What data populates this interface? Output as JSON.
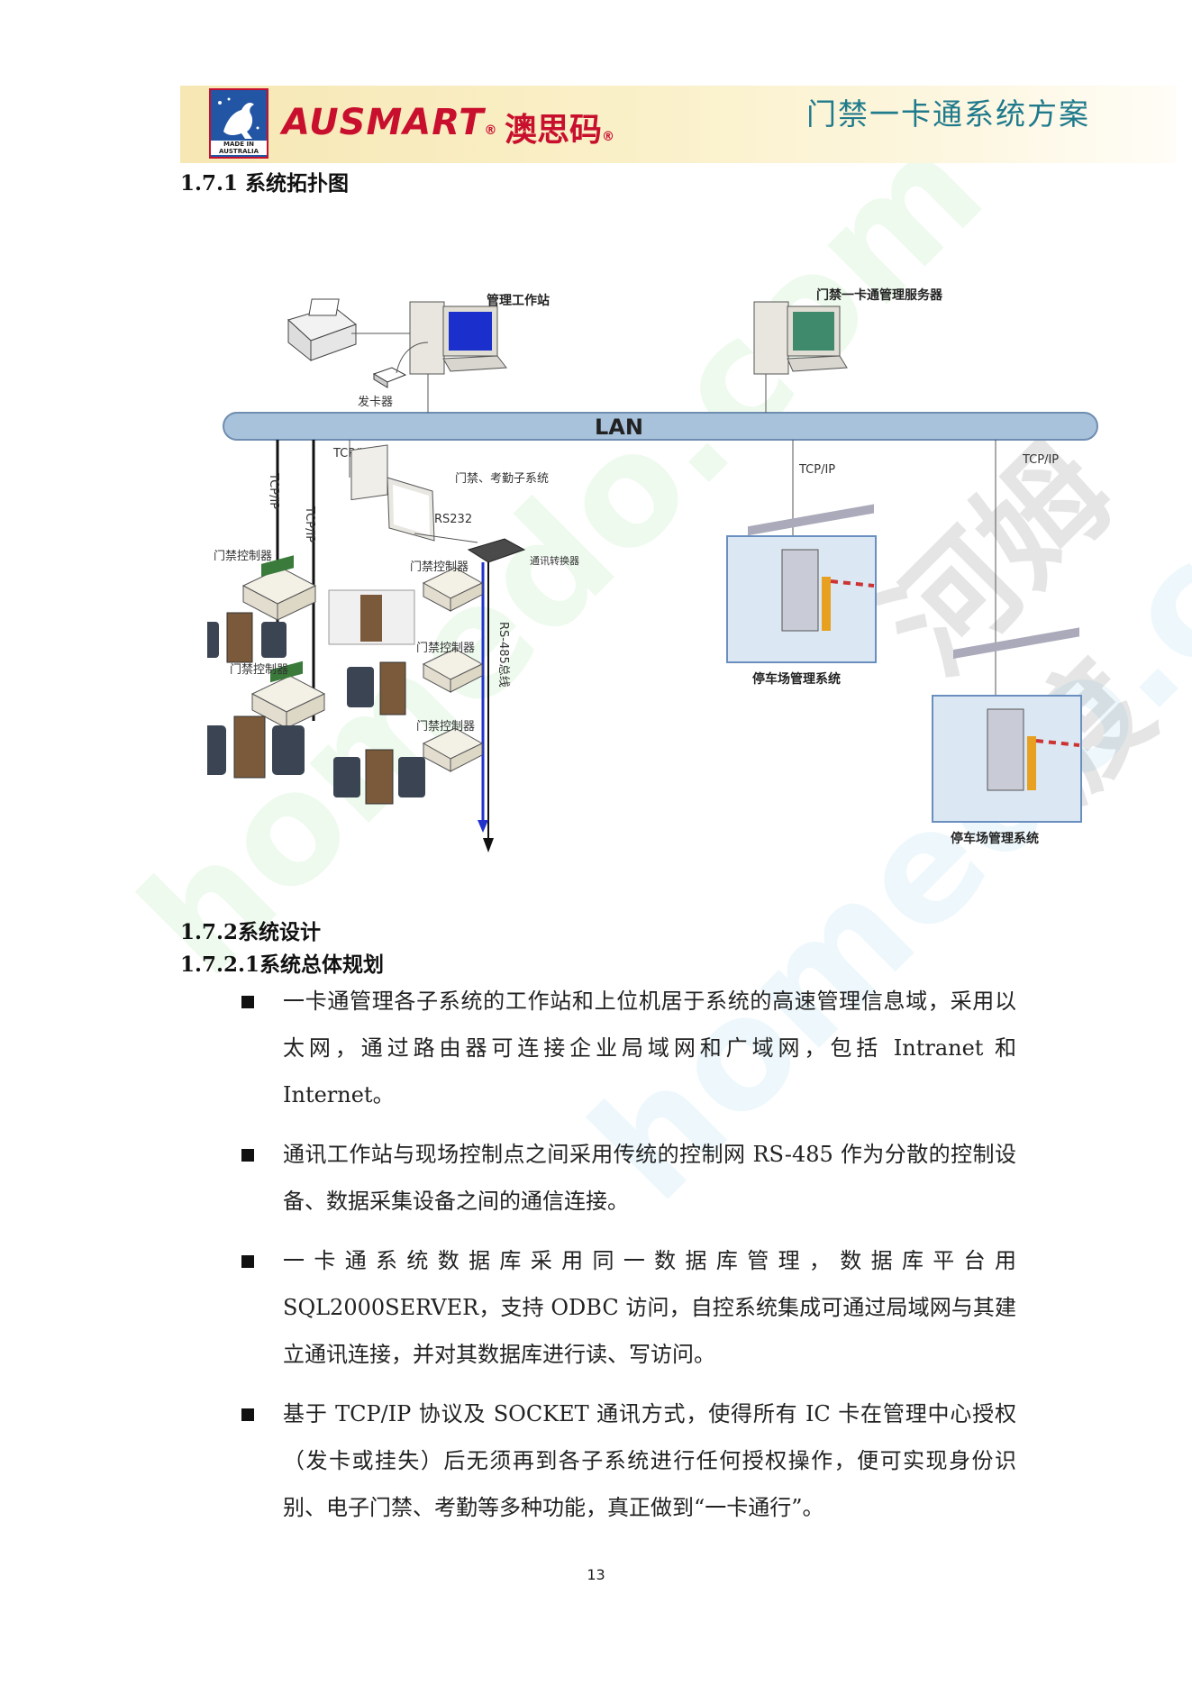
{
  "header": {
    "logo_tag": "MADE IN AUSTRALIA",
    "brand": "AUSMART",
    "brand_cn": "澳思码",
    "registered_mark": "®",
    "title": "门禁一卡通系统方案"
  },
  "section_1_7_1": "1.7.1 系统拓扑图",
  "diagram": {
    "station": "管理工作站",
    "server": "门禁一卡通管理服务器",
    "card_issuer": "发卡器",
    "lan": "LAN",
    "tcpip": "TCP/IP",
    "subsystem": "门禁、考勤子系统",
    "rs232": "RS232",
    "converter": "通讯转换器",
    "rs485": "RS-485总线",
    "controller": "门禁控制器",
    "parking": "停车场管理系统"
  },
  "section_1_7_2": "1.7.2系统设计",
  "section_1_7_2_1": "1.7.2.1系统总体规划",
  "bullets": [
    "一卡通管理各子系统的工作站和上位机居于系统的高速管理信息域，采用以太网，通过路由器可连接企业局域网和广域网，包括 Intranet 和 Internet。",
    "通讯工作站与现场控制点之间采用传统的控制网 RS-485 作为分散的控制设备、数据采集设备之间的通信连接。",
    "一卡通系统数据库采用同一数据库管理，数据库平台用SQL2000SERVER，支持 ODBC 访问，自控系统集成可通过局域网与其建立通讯连接，并对其数据库进行读、写访问。",
    "基于 TCP/IP 协议及 SOCKET 通讯方式，使得所有 IC 卡在管理中心授权（发卡或挂失）后无须再到各子系统进行任何授权操作，便可实现身份识别、电子门禁、考勤等多种功能，真正做到“一卡通行”。"
  ],
  "page_number": "13",
  "colors": {
    "brand_red": "#c8102e",
    "title_teal": "#1f7a8c",
    "lan_blue": "#a9c2dc"
  }
}
